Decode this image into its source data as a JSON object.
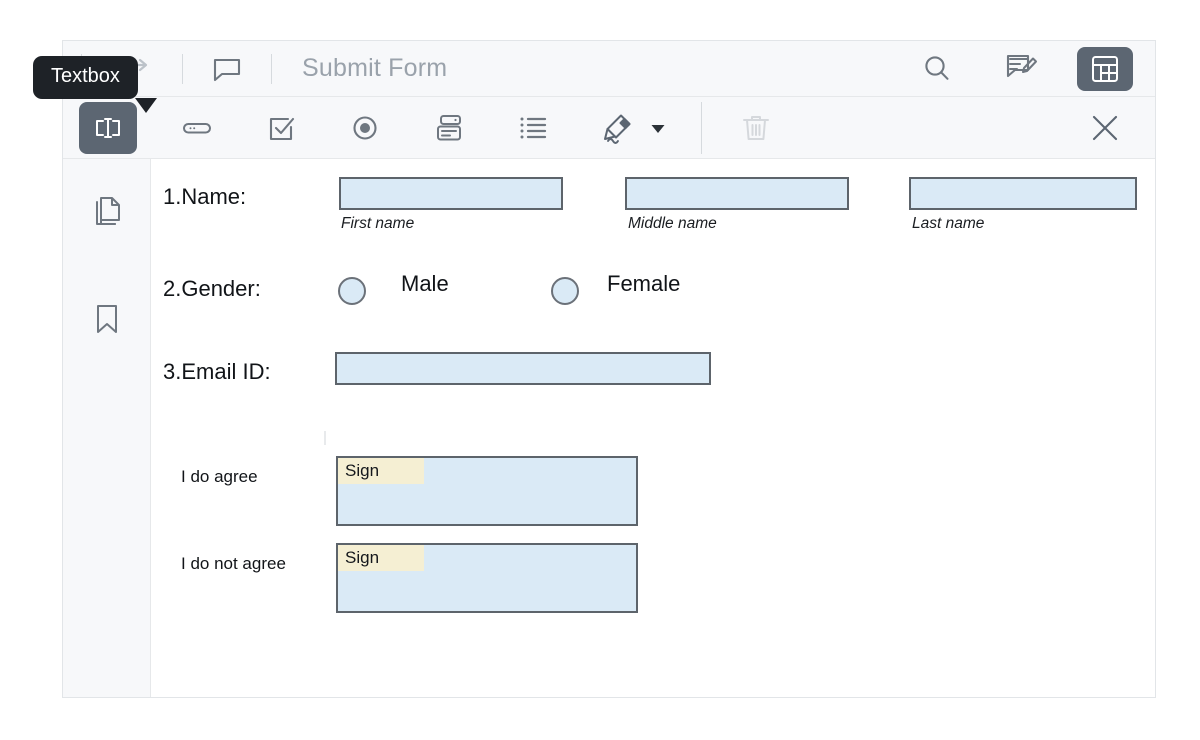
{
  "window": {
    "document_title": "Submit Form"
  },
  "tooltip": {
    "label": "Textbox"
  },
  "toolbar_primary": {
    "items": [
      {
        "name": "share-arrow-icon",
        "label": "Share",
        "state": "normal"
      },
      {
        "name": "comment-icon",
        "label": "Comment",
        "state": "normal"
      },
      {
        "name": "search-icon",
        "label": "Search",
        "state": "normal"
      },
      {
        "name": "annotate-icon",
        "label": "Annotate",
        "state": "normal"
      },
      {
        "name": "form-grid-icon",
        "label": "Forms",
        "state": "selected"
      }
    ]
  },
  "toolbar_secondary": {
    "items": [
      {
        "name": "textbox-icon",
        "label": "Textbox",
        "state": "selected"
      },
      {
        "name": "password-field-icon",
        "label": "Password Field",
        "state": "normal"
      },
      {
        "name": "checkbox-icon",
        "label": "Check Box",
        "state": "normal"
      },
      {
        "name": "radio-button-icon",
        "label": "Radio Button",
        "state": "normal"
      },
      {
        "name": "combo-box-icon",
        "label": "Combo Box",
        "state": "normal"
      },
      {
        "name": "list-box-icon",
        "label": "List Box",
        "state": "normal"
      },
      {
        "name": "signature-pen-icon",
        "label": "Signature",
        "state": "normal"
      },
      {
        "name": "signature-dropdown-icon",
        "label": "Signature options",
        "state": "normal"
      },
      {
        "name": "delete-trash-icon",
        "label": "Delete",
        "state": "disabled"
      },
      {
        "name": "close-icon",
        "label": "Close",
        "state": "normal"
      }
    ]
  },
  "sidebar": {
    "items": [
      {
        "name": "pages-icon",
        "label": "Pages"
      },
      {
        "name": "bookmark-icon",
        "label": "Bookmarks"
      }
    ]
  },
  "form": {
    "rows": [
      {
        "label": "1.Name:"
      },
      {
        "label": "2.Gender:"
      },
      {
        "label": "3.Email ID:"
      }
    ],
    "name_fields": [
      {
        "caption": "First name",
        "value": ""
      },
      {
        "caption": "Middle name",
        "value": ""
      },
      {
        "caption": "Last name",
        "value": ""
      }
    ],
    "gender_options": [
      {
        "label": "Male",
        "selected": false
      },
      {
        "label": "Female",
        "selected": false
      }
    ],
    "email_field": {
      "value": ""
    },
    "signatures": [
      {
        "label": "I do agree",
        "tab_text": "Sign"
      },
      {
        "label": "I do not agree",
        "tab_text": "Sign"
      }
    ]
  },
  "colors": {
    "field_fill": "#daeaf6",
    "field_border": "#5d646b",
    "sign_tab": "#f5efd3",
    "toolbar_bg": "#f7f8fa",
    "selected_btn": "#5c6672",
    "tooltip_bg": "#1e2227",
    "icon_stroke": "#5c6672"
  }
}
